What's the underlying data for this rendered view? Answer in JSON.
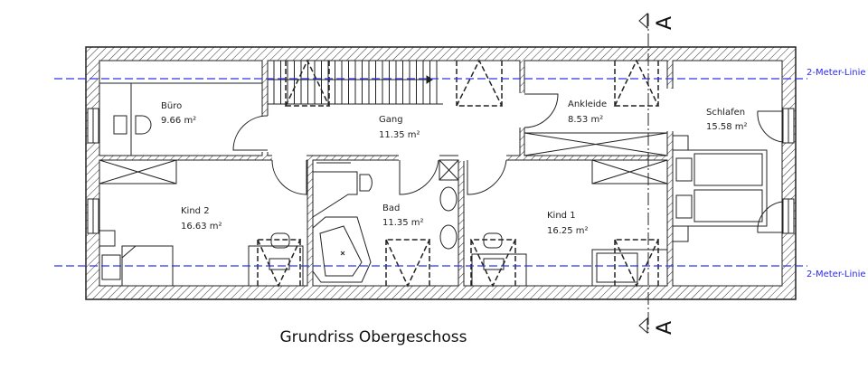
{
  "title": "Grundriss Obergeschoss",
  "section_marker": {
    "top": "A",
    "bottom": "A"
  },
  "height_lines": {
    "top_label": "2-Meter-Linie",
    "bottom_label": "2-Meter-Linie",
    "color": "#3333ee"
  },
  "rooms": {
    "buero": {
      "name": "Büro",
      "area": "9.66 m²"
    },
    "gang": {
      "name": "Gang",
      "area": "11.35 m²"
    },
    "ankleide": {
      "name": "Ankleide",
      "area": "8.53 m²"
    },
    "schlafen": {
      "name": "Schlafen",
      "area": "15.58 m²"
    },
    "kind2": {
      "name": "Kind 2",
      "area": "16.63 m²"
    },
    "bad": {
      "name": "Bad",
      "area": "11.35 m²"
    },
    "kind1": {
      "name": "Kind 1",
      "area": "16.25 m²"
    }
  }
}
